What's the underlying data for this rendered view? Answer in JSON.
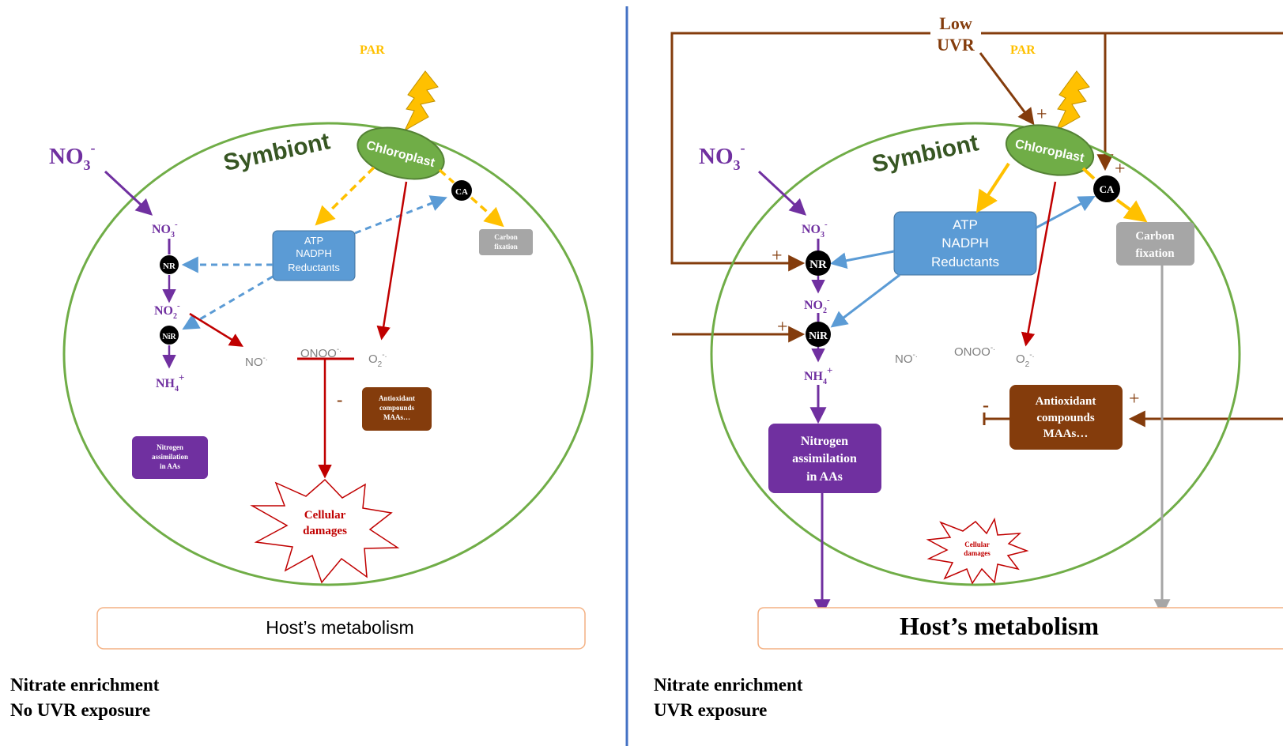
{
  "left_panel": {
    "par_label": "PAR",
    "symbiont_label": "Symbiont",
    "chloroplast_label": "Chloroplast",
    "ca_label": "CA",
    "carbon_fixation_label": [
      "Carbon",
      "fixation"
    ],
    "nitrate_outside": {
      "base": "NO",
      "sub": "3",
      "sup": "-"
    },
    "nitrate_inside": {
      "base": "NO",
      "sub": "3",
      "sup": "-"
    },
    "nitrite": {
      "base": "NO",
      "sub": "2",
      "sup": "-"
    },
    "ammonium": {
      "base": "NH",
      "sub": "4",
      "sup": "+"
    },
    "nr_label": "NR",
    "nir_label": "NiR",
    "energy_box": [
      "ATP",
      "NADPH",
      "Reductants"
    ],
    "no_radical": "NO",
    "onoo_label": "ONOO",
    "o2_label": {
      "base": "O",
      "sub": "2",
      "sup": "-"
    },
    "minus_sign": "-",
    "antioxidant_label": [
      "Antioxidant",
      "compounds",
      "MAAs…"
    ],
    "nitrogen_box": [
      "Nitrogen",
      "assimilation",
      "in AAs"
    ],
    "cellular_damages": [
      "Cellular",
      "damages"
    ],
    "host_metabolism": "Host’s metabolism",
    "condition_line1": "Nitrate enrichment",
    "condition_line2": "No UVR exposure"
  },
  "right_panel": {
    "low_uvr_label": [
      "Low",
      "UVR"
    ],
    "par_label": "PAR",
    "symbiont_label": "Symbiont",
    "chloroplast_label": "Chloroplast",
    "ca_label": "CA",
    "carbon_fixation_label": [
      "Carbon",
      "fixation"
    ],
    "nitrate_outside": {
      "base": "NO",
      "sub": "3",
      "sup": "-"
    },
    "nitrate_inside": {
      "base": "NO",
      "sub": "3",
      "sup": "-"
    },
    "nitrite": {
      "base": "NO",
      "sub": "2",
      "sup": "-"
    },
    "ammonium": {
      "base": "NH",
      "sub": "4",
      "sup": "+"
    },
    "nr_label": "NR",
    "nir_label": "NiR",
    "energy_box": [
      "ATP",
      "NADPH",
      "Reductants"
    ],
    "no_radical": "NO",
    "onoo_label": "ONOO",
    "o2_label": {
      "base": "O",
      "sub": "2",
      "sup": "-"
    },
    "plus_sign": "+",
    "minus_sign": "-",
    "antioxidant_label": [
      "Antioxidant",
      "compounds",
      "MAAs…"
    ],
    "nitrogen_box": [
      "Nitrogen",
      "assimilation",
      "in AAs"
    ],
    "cellular_damages": [
      "Cellular",
      "damages"
    ],
    "host_metabolism": "Host’s metabolism",
    "condition_line1": "Nitrate enrichment",
    "condition_line2": "UVR exposure"
  },
  "colors": {
    "cell_outline": "#70ad47",
    "symbiont_text": "#375623",
    "chloroplast": "#70ad47",
    "par": "#ffc000",
    "nitrogen": "#7030a0",
    "energy": "#5b9bd5",
    "ros": "#c00000",
    "uvr": "#843c0c",
    "carbon": "#a6a6a6",
    "divider": "#4472c4",
    "host_border": "#f4b183"
  }
}
